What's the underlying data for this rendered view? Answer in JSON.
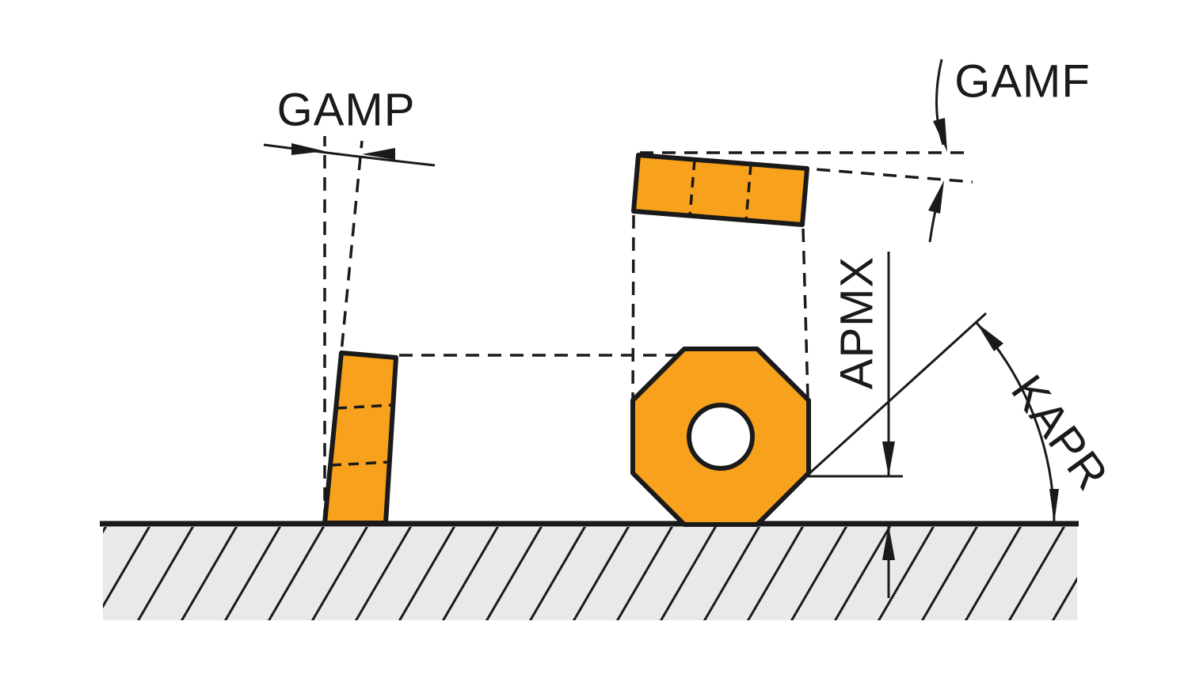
{
  "diagram": {
    "labels": {
      "gamp": "GAMP",
      "gamf": "GAMF",
      "apmx": "APMX",
      "kapr": "KAPR"
    },
    "colors": {
      "insert_fill": "#F7A11C",
      "line": "#1A1A1A",
      "ground_fill": "#E9E9E9",
      "background": "#FFFFFF"
    }
  }
}
